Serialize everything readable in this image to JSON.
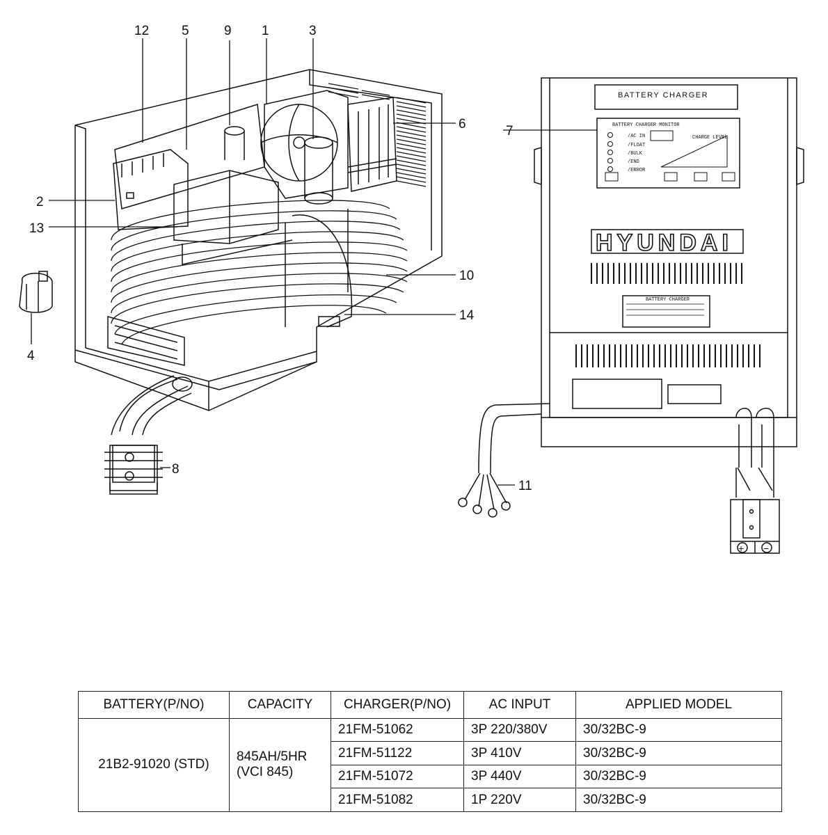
{
  "callouts": [
    {
      "num": "12"
    },
    {
      "num": "5"
    },
    {
      "num": "9"
    },
    {
      "num": "1"
    },
    {
      "num": "3"
    },
    {
      "num": "6"
    },
    {
      "num": "7"
    },
    {
      "num": "2"
    },
    {
      "num": "13"
    },
    {
      "num": "4"
    },
    {
      "num": "10"
    },
    {
      "num": "14"
    },
    {
      "num": "8"
    },
    {
      "num": "11"
    }
  ],
  "charger_panel": {
    "nameplate": "BATTERY CHARGER",
    "monitor_title": "BATTERY CHARGER MONITOR",
    "indicators": [
      "/AC IN",
      "/FLOAT",
      "/BULK",
      "/END",
      "/ERROR"
    ],
    "charge_level_label": "CHARGE LEVEL",
    "brand": "HYUNDAI",
    "plate_title": "BATTERY CHARGER"
  },
  "connector_symbols": {
    "positive": "+",
    "negative": "−"
  },
  "table": {
    "headers": [
      "BATTERY(P/NO)",
      "CAPACITY",
      "CHARGER(P/NO)",
      "AC INPUT",
      "APPLIED MODEL"
    ],
    "battery": "21B2-91020 (STD)",
    "capacity_line1": "845AH/5HR",
    "capacity_line2": "(VCI 845)",
    "rows": [
      {
        "charger": "21FM-51062",
        "ac_input": "3P 220/380V",
        "model": "30/32BC-9"
      },
      {
        "charger": "21FM-51122",
        "ac_input": "3P 410V",
        "model": "30/32BC-9"
      },
      {
        "charger": "21FM-51072",
        "ac_input": "3P 440V",
        "model": "30/32BC-9"
      },
      {
        "charger": "21FM-51082",
        "ac_input": "1P 220V",
        "model": "30/32BC-9"
      }
    ]
  }
}
